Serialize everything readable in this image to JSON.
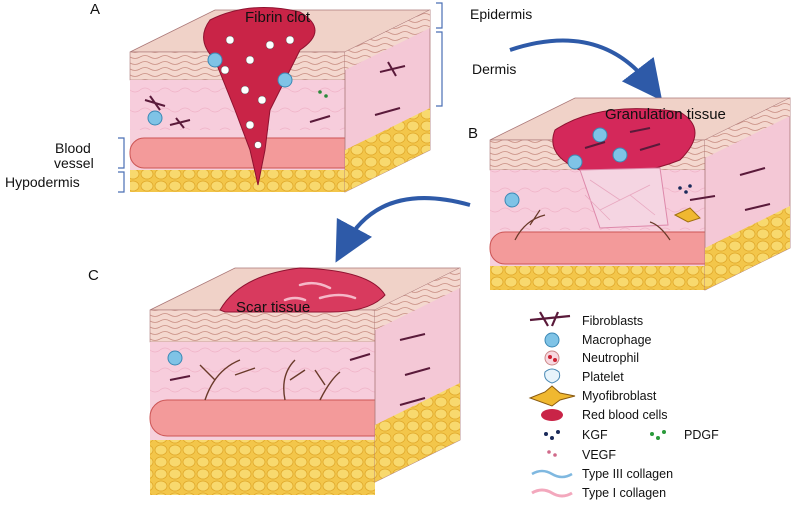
{
  "panels": {
    "a": "A",
    "b": "B",
    "c": "C"
  },
  "titles": {
    "fibrin_clot": "Fibrin clot",
    "granulation": "Granulation tissue",
    "scar": "Scar tissue"
  },
  "side_labels": {
    "epidermis": "Epidermis",
    "dermis": "Dermis",
    "blood_vessel_1": "Blood",
    "blood_vessel_2": "vessel",
    "hypodermis": "Hypodermis"
  },
  "legend": {
    "fibroblasts": "Fibroblasts",
    "macrophage": "Macrophage",
    "neutrophil": "Neutrophil",
    "platelet": "Platelet",
    "myofibroblast": "Myofibroblast",
    "rbc": "Red blood cells",
    "kgf": "KGF",
    "pdgf": "PDGF",
    "vegf": "VEGF",
    "collagen3": "Type III collagen",
    "collagen1": "Type I collagen"
  },
  "colors": {
    "epidermis": "#f2d6cf",
    "dermis": "#f6c9d8",
    "fat": "#f5c84a",
    "vessel": "#f39a9a",
    "clot": "#c92447",
    "fibroblast": "#5a1a3a",
    "macrophage": "#7fc3e6",
    "arrow": "#2e5aa8"
  }
}
